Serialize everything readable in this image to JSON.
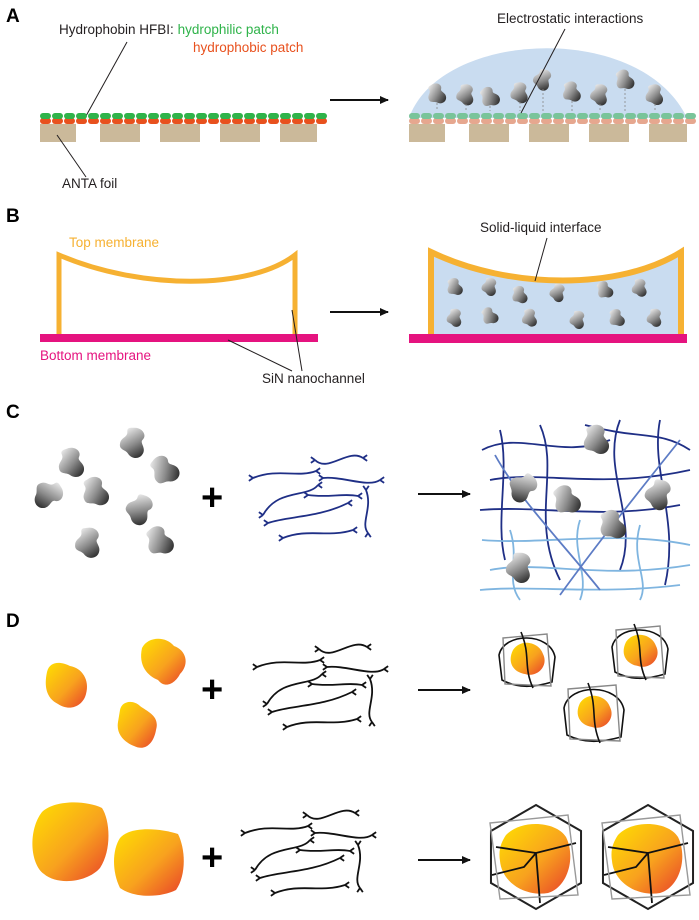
{
  "panels": {
    "a": {
      "letter": "A",
      "hydrophobin_prefix": "Hydrophobin HFBI: ",
      "hydrophilic": "hydrophilic patch",
      "hydrophobic": "hydrophobic patch",
      "electrostatic": "Electrostatic interactions",
      "foil": "ANTA foil"
    },
    "b": {
      "letter": "B",
      "top": "Top membrane",
      "interface": "Solid-liquid interface",
      "bottom": "Bottom membrane",
      "nanochannel": "SiN nanochannel"
    },
    "c": {
      "letter": "C",
      "plus": "+"
    },
    "d": {
      "letter": "D",
      "plus": "+"
    }
  },
  "colors": {
    "hydrophilic": "#2fb34a",
    "hydrophobic": "#e8511e",
    "foil": "#cbb99a",
    "liquid": "#c7dcf0",
    "membrane_top": "#f6b132",
    "membrane_bottom": "#e5137f",
    "polymer_blue": "#1f2f86",
    "polymer_light": "#7fb5e0",
    "polymer_black": "#111111"
  },
  "icons": [
    "protein-gray-icon",
    "protein-orange-icon",
    "polymer-strand-icon",
    "arrow-right-icon"
  ]
}
